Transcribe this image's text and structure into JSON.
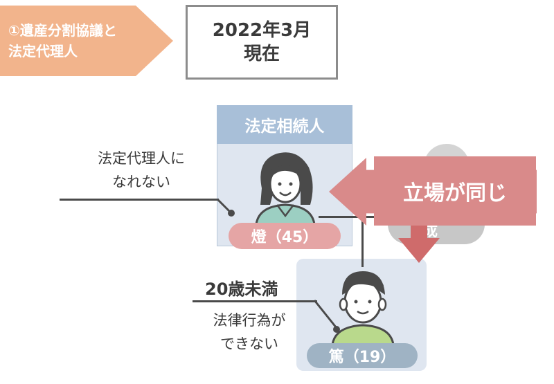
{
  "badge": {
    "line1": "①遺産分割協議と",
    "line2": "法定代理人"
  },
  "date": {
    "line1": "2022年3月",
    "line2": "現在"
  },
  "heir_panel": {
    "header": "法定相続人"
  },
  "mother": {
    "name": "燈（45）"
  },
  "child": {
    "name": "篤（19）"
  },
  "left_note": {
    "line1": "法定代理人に",
    "line2": "なれない"
  },
  "child_age_note": "20歳未満",
  "child_note": {
    "line1": "法律行為が",
    "line2": "できない"
  },
  "callout": "立場が同じ",
  "ghost": "成"
}
